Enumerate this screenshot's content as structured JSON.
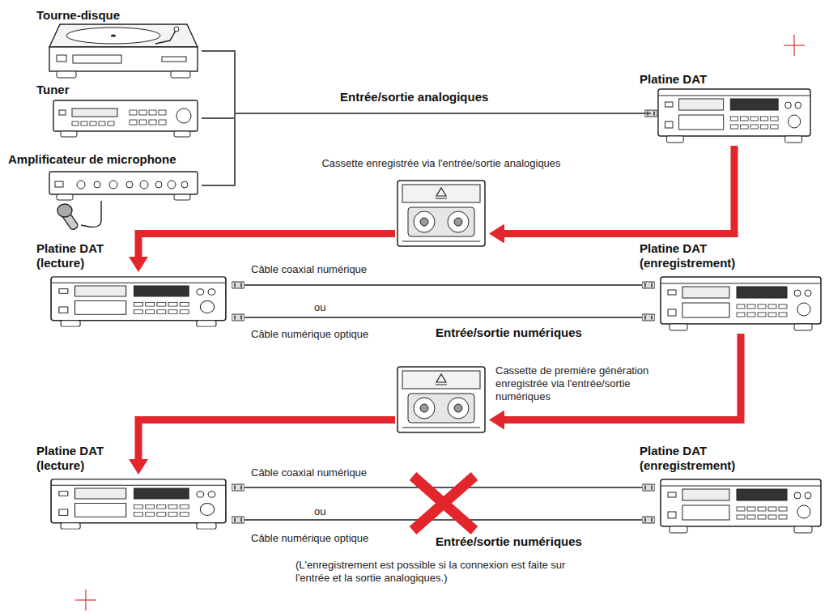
{
  "diagram": {
    "nodes": [
      {
        "text": [
          "Tourne-disque"
        ]
      },
      {
        "text": [
          "Tuner"
        ]
      },
      {
        "text": [
          "Amplificateur de microphone"
        ]
      },
      {
        "text": [
          "Platine DAT"
        ]
      },
      {
        "text": [
          "Cassette enregistrée via l'entrée/sortie analogiques"
        ]
      },
      {
        "text": [
          "Platine DAT (lecture)"
        ]
      },
      {
        "text": [
          "Platine DAT (enregistrement)"
        ]
      },
      {
        "text": [
          "Cassette de première génération enregistrée via l'entrée/sortie numériques"
        ]
      },
      {
        "text": [
          "Platine DAT (lecture)"
        ]
      },
      {
        "text": [
          "Platine DAT (enregistrement)"
        ]
      }
    ],
    "edges": [
      {
        "from": 0,
        "to": 3,
        "arrow": "none",
        "label": "Entrée/sortie analogiques"
      },
      {
        "from": 1,
        "to": 3,
        "arrow": "none"
      },
      {
        "from": 2,
        "to": 3,
        "arrow": "none"
      },
      {
        "from": 3,
        "to": 4,
        "arrow": "to"
      },
      {
        "from": 4,
        "to": 5,
        "arrow": "to"
      },
      {
        "from": 5,
        "to": 6,
        "arrow": "none",
        "label": "Câble coaxial numérique"
      },
      {
        "from": 5,
        "to": 6,
        "arrow": "none",
        "label": "Câble numérique optique"
      },
      {
        "from": 6,
        "to": 7,
        "arrow": "to"
      },
      {
        "from": 7,
        "to": 8,
        "arrow": "to"
      },
      {
        "from": 8,
        "to": 9,
        "arrow": "none",
        "label": "Câble coaxial numérique"
      },
      {
        "from": 8,
        "to": 9,
        "arrow": "none",
        "label": "Câble numérique optique"
      }
    ],
    "labels": [
      "ou",
      "Entrée/sortie numériques",
      "ou",
      "Entrée/sortie numériques",
      "(L'enregistrement est possible si la connexion est faite sur l'entrée et la sortie analogiques.)"
    ]
  }
}
